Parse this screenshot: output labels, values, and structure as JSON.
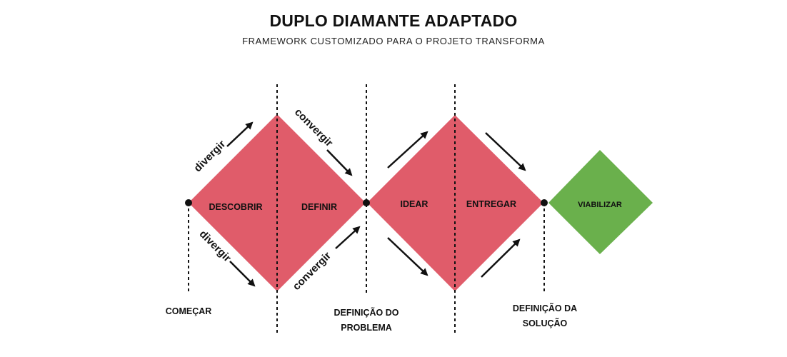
{
  "header": {
    "title": "DUPLO DIAMANTE ADAPTADO",
    "subtitle": "FRAMEWORK CUSTOMIZADO PARA O PROJETO TRANSFORMA"
  },
  "colors": {
    "diamond_red": "#e05c6a",
    "diamond_green": "#6ab04c",
    "ink": "#111111"
  },
  "phases": {
    "descobrir": "DESCOBRIR",
    "definir": "DEFINIR",
    "idear": "IDEAR",
    "entregar": "ENTREGAR",
    "viabilizar": "VIABILIZAR"
  },
  "arrows": {
    "divergir": "divergir",
    "convergir": "convergir"
  },
  "milestones": {
    "comecar": "COMEÇAR",
    "definicao_problema_1": "DEFINIÇÃO DO",
    "definicao_problema_2": "PROBLEMA",
    "definicao_solucao_1": "DEFINIÇÃO DA",
    "definicao_solucao_2": "SOLUÇÃO"
  }
}
